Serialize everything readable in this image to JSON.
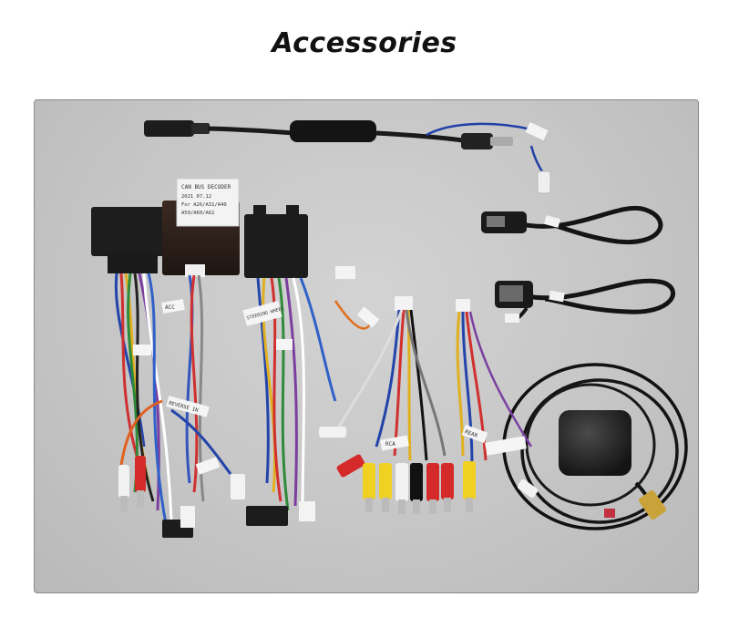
{
  "page": {
    "title": "Accessories"
  },
  "photo": {
    "decoder_label": {
      "line1": "CAN BUS DECODER",
      "line2": "2021  07.12",
      "line3": "For  A26/A31/A40",
      "line4": "A50/A60/A62"
    },
    "tag_labels": [
      {
        "text": "ACC"
      },
      {
        "text": "REVERSE IN"
      },
      {
        "text": "STEERING WHEEL"
      },
      {
        "text": "RCA"
      },
      {
        "text": "REAR"
      }
    ]
  }
}
